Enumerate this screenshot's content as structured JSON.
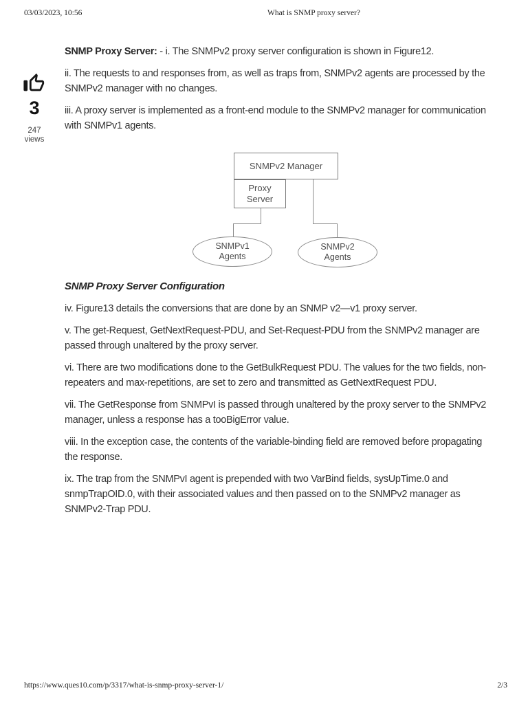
{
  "header": {
    "date": "03/03/2023, 10:56",
    "title": "What is SNMP proxy server?"
  },
  "footer": {
    "url": "https://www.ques10.com/p/3317/what-is-snmp-proxy-server-1/",
    "page_indicator": "2/3"
  },
  "vote": {
    "count": "3",
    "views": "247\nviews",
    "thumb_icon": "thumbs-up-icon"
  },
  "content": {
    "intro_bold": "SNMP Proxy Server:",
    "intro_rest": " - i. The SNMPv2 proxy server configuration is shown in Figure12.",
    "para_ii": "ii. The requests to and responses from, as well as traps from, SNMPv2 agents are processed by the\nSNMPv2 manager with no changes.",
    "para_iii": "iii. A proxy server is implemented as a front-end module to the SNMPv2 manager for communication\nwith SNMPv1 agents.",
    "section_heading": "SNMP Proxy Server Configuration",
    "para_iv": "iv. Figure13 details the conversions that are done by an SNMP v2—v1 proxy server.",
    "para_v": "v. The get-Request, GetNextRequest-PDU, and Set-Request-PDU from the SNMPv2 manager are\npassed through unaltered by the proxy server.",
    "para_vi": "vi. There are two modifications done to the GetBulkRequest PDU. The values for the two fields, non-\nrepeaters and max-repetitions, are set to zero and transmitted as GetNextRequest PDU.",
    "para_vii": "vii. The GetResponse from SNMPvI is passed through unaltered by the proxy server to the SNMPv2\nmanager, unless a response has a tooBigError value.",
    "para_viii": "viii. In the exception case, the contents of the variable-binding field are removed before propagating\nthe response.",
    "para_ix": "ix. The trap from the SNMPvI agent is prepended with two VarBind fields, sysUpTime.0 and\nsnmpTrapOID.0, with their associated values and then passed on to the SNMPv2 manager as\nSNMPv2-Trap PDU."
  },
  "figure": {
    "manager_label": "SNMPv2 Manager",
    "proxy_label": "Proxy\nServer",
    "agents_v1_label": "SNMPv1\nAgents",
    "agents_v2_label": "SNMPv2\nAgents"
  },
  "colors": {
    "body_text": "#333333",
    "diagram_stroke": "#8a8a8a",
    "background": "#ffffff"
  }
}
